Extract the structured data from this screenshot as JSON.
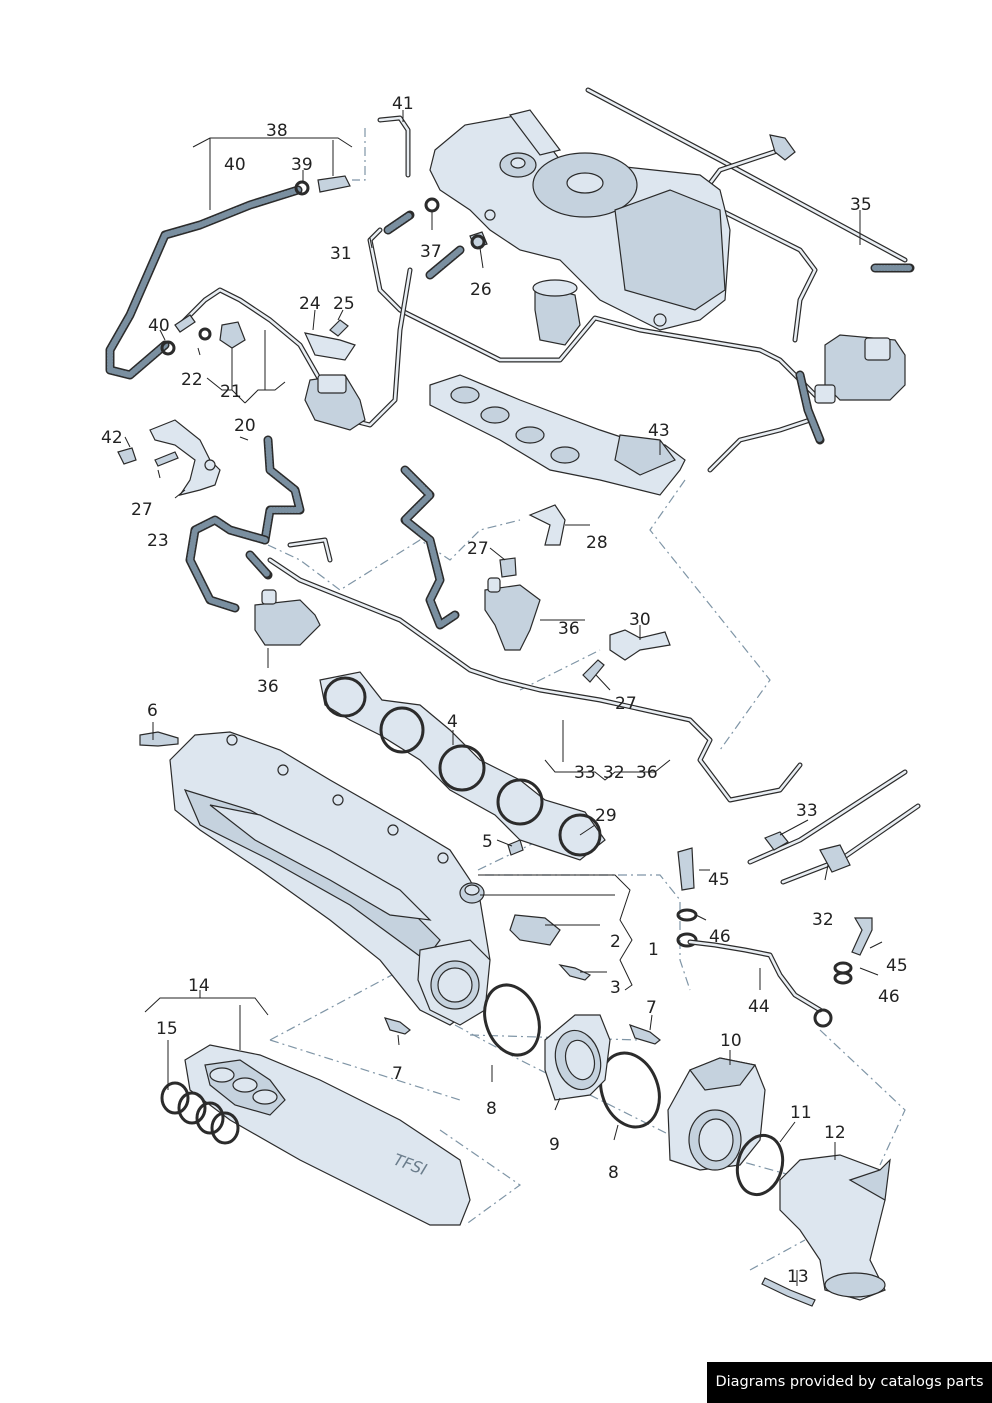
{
  "diagram": {
    "callouts": [
      {
        "id": "c1",
        "text": "1"
      },
      {
        "id": "c2",
        "text": "2"
      },
      {
        "id": "c3",
        "text": "3"
      },
      {
        "id": "c4",
        "text": "4"
      },
      {
        "id": "c5",
        "text": "5"
      },
      {
        "id": "c6",
        "text": "6"
      },
      {
        "id": "c7a",
        "text": "7"
      },
      {
        "id": "c7b",
        "text": "7"
      },
      {
        "id": "c8a",
        "text": "8"
      },
      {
        "id": "c8b",
        "text": "8"
      },
      {
        "id": "c9",
        "text": "9"
      },
      {
        "id": "c10",
        "text": "10"
      },
      {
        "id": "c11",
        "text": "11"
      },
      {
        "id": "c12",
        "text": "12"
      },
      {
        "id": "c13",
        "text": "13"
      },
      {
        "id": "c14",
        "text": "14"
      },
      {
        "id": "c15",
        "text": "15"
      },
      {
        "id": "c20",
        "text": "20"
      },
      {
        "id": "c21",
        "text": "21"
      },
      {
        "id": "c22",
        "text": "22"
      },
      {
        "id": "c23",
        "text": "23"
      },
      {
        "id": "c24",
        "text": "24"
      },
      {
        "id": "c25",
        "text": "25"
      },
      {
        "id": "c26",
        "text": "26"
      },
      {
        "id": "c27a",
        "text": "27"
      },
      {
        "id": "c27b",
        "text": "27"
      },
      {
        "id": "c27c",
        "text": "27"
      },
      {
        "id": "c28",
        "text": "28"
      },
      {
        "id": "c29",
        "text": "29"
      },
      {
        "id": "c30",
        "text": "30"
      },
      {
        "id": "c31",
        "text": "31"
      },
      {
        "id": "c32a",
        "text": "32"
      },
      {
        "id": "c32b",
        "text": "32"
      },
      {
        "id": "c33a",
        "text": "33"
      },
      {
        "id": "c33b",
        "text": "33"
      },
      {
        "id": "c35",
        "text": "35"
      },
      {
        "id": "c36a",
        "text": "36"
      },
      {
        "id": "c36b",
        "text": "36"
      },
      {
        "id": "c36c",
        "text": "36"
      },
      {
        "id": "c37",
        "text": "37"
      },
      {
        "id": "c38",
        "text": "38"
      },
      {
        "id": "c39",
        "text": "39"
      },
      {
        "id": "c40a",
        "text": "40"
      },
      {
        "id": "c40b",
        "text": "40"
      },
      {
        "id": "c41",
        "text": "41"
      },
      {
        "id": "c42",
        "text": "42"
      },
      {
        "id": "c43",
        "text": "43"
      },
      {
        "id": "c44",
        "text": "44"
      },
      {
        "id": "c45a",
        "text": "45"
      },
      {
        "id": "c45b",
        "text": "45"
      },
      {
        "id": "c46a",
        "text": "46"
      },
      {
        "id": "c46b",
        "text": "46"
      }
    ],
    "cover_logo_text": "TFSI"
  },
  "footer": {
    "credit": "Diagrams provided by catalogs parts",
    "background": "#000000",
    "color": "#ffffff"
  },
  "colors": {
    "part_fill": "#dde6ef",
    "hose_dots": "#7a8fa0",
    "dash_line": "#7f95a6"
  }
}
